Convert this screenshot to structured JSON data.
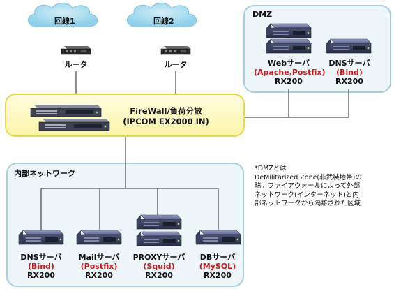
{
  "clouds": [
    {
      "label": "回線1"
    },
    {
      "label": "回線2"
    }
  ],
  "routers": [
    {
      "label": "ルータ"
    },
    {
      "label": "ルータ"
    }
  ],
  "dmz": {
    "title": "DMZ",
    "servers": [
      {
        "name": "Webサーバ",
        "software": "(Apache,Postfix)",
        "model": "RX200"
      },
      {
        "name": "DNSサーバ",
        "software": "(Bind)",
        "model": "RX200"
      }
    ]
  },
  "firewall": {
    "line1": "FireWall/負荷分散",
    "line2": "(IPCOM EX2000 IN)"
  },
  "internal": {
    "title": "内部ネットワーク",
    "servers": [
      {
        "name": "DNSサーバ",
        "software": "(Bind)",
        "model": "RX200"
      },
      {
        "name": "Mailサーバ",
        "software": "(Postfix)",
        "model": "RX200"
      },
      {
        "name": "PROXYサーバ",
        "software": "(Squid)",
        "model": "RX200"
      },
      {
        "name": "DBサーバ",
        "software": "(MySQL)",
        "model": "RX200"
      }
    ]
  },
  "note": {
    "lines": [
      "*DMZとは",
      "DeMilitarized Zone(非武装地帯)の",
      "略。ファイアウォールによって外部",
      "ネットワーク(インターネット)と内",
      "部ネットワークから隔離された区域"
    ]
  },
  "colors": {
    "zone_fill": "#eef6fa",
    "zone_stroke": "#a6cfe0",
    "firewall_fill": "#fdfbc8",
    "firewall_stroke": "#e8d94a",
    "cloud_fill": "#a9dcef",
    "accent_red": "#cc1a1a"
  }
}
